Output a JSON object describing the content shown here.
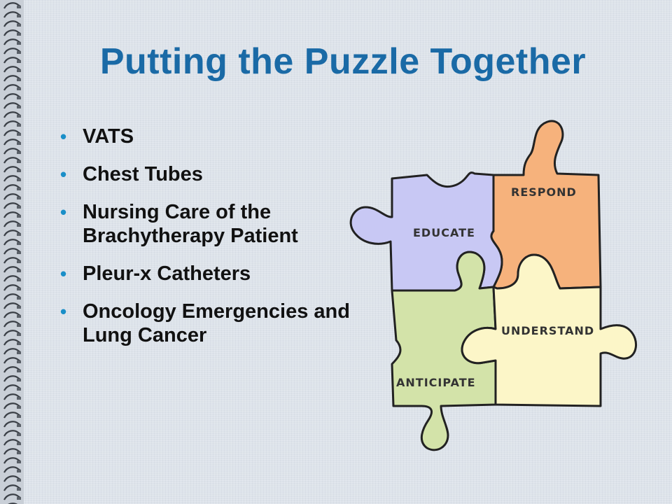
{
  "slide": {
    "title": "Putting the Puzzle Together",
    "bullets": [
      "VATS",
      "Chest Tubes",
      "Nursing Care of the Brachytherapy Patient",
      "Pleur-x Catheters",
      "Oncology Emergencies and Lung Cancer"
    ]
  },
  "puzzle": {
    "pieces": [
      {
        "label": "EDUCATE",
        "color": "#c8c8f4"
      },
      {
        "label": "RESPOND",
        "color": "#f6b27c"
      },
      {
        "label": "ANTICIPATE",
        "color": "#d3e3a9"
      },
      {
        "label": "UNDERSTAND",
        "color": "#fcf6c8"
      }
    ]
  },
  "colors": {
    "title": "#1a6aa6",
    "bullet_dot": "#1a8fc8",
    "background": "#dde3ea"
  }
}
